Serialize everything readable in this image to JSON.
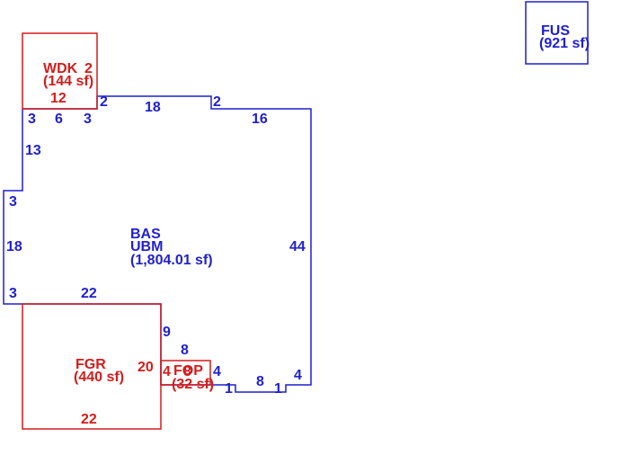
{
  "colors": {
    "blue": "#1f1fcf",
    "red": "#d41c1c"
  },
  "areas": {
    "wdk": {
      "code": "WDK",
      "area": "(144 sf)"
    },
    "fus": {
      "code": "FUS",
      "area": "(921 sf)"
    },
    "bas": {
      "code": "BAS",
      "sub": "UBM",
      "area": "(1,804.01 sf)"
    },
    "fgr": {
      "code": "FGR",
      "area": "(440 sf)"
    },
    "fop": {
      "code": "FOP",
      "area": "(32 sf)"
    }
  },
  "dims": {
    "wdk_right": "2",
    "wdk_bottom": "12",
    "bas_top_left": "3",
    "bas_top_6": "6",
    "bas_top_3": "3",
    "bas_step_2a": "2",
    "bas_top_18": "18",
    "bas_step_2b": "2",
    "bas_top_16": "16",
    "bas_left_13": "13",
    "bas_left_3a": "3",
    "bas_left_18": "18",
    "bas_left_3b": "3",
    "bas_bottom_22": "22",
    "bas_right_44": "44",
    "fgr_right_9": "9",
    "fgr_20": "20",
    "fgr_bottom_22": "22",
    "fop_top_8": "8",
    "fop_left_4": "4",
    "fop_right_4": "4",
    "fop_mid_8": "8",
    "notch_1a": "1",
    "notch_8": "8",
    "notch_1b": "1",
    "right_4": "4"
  }
}
